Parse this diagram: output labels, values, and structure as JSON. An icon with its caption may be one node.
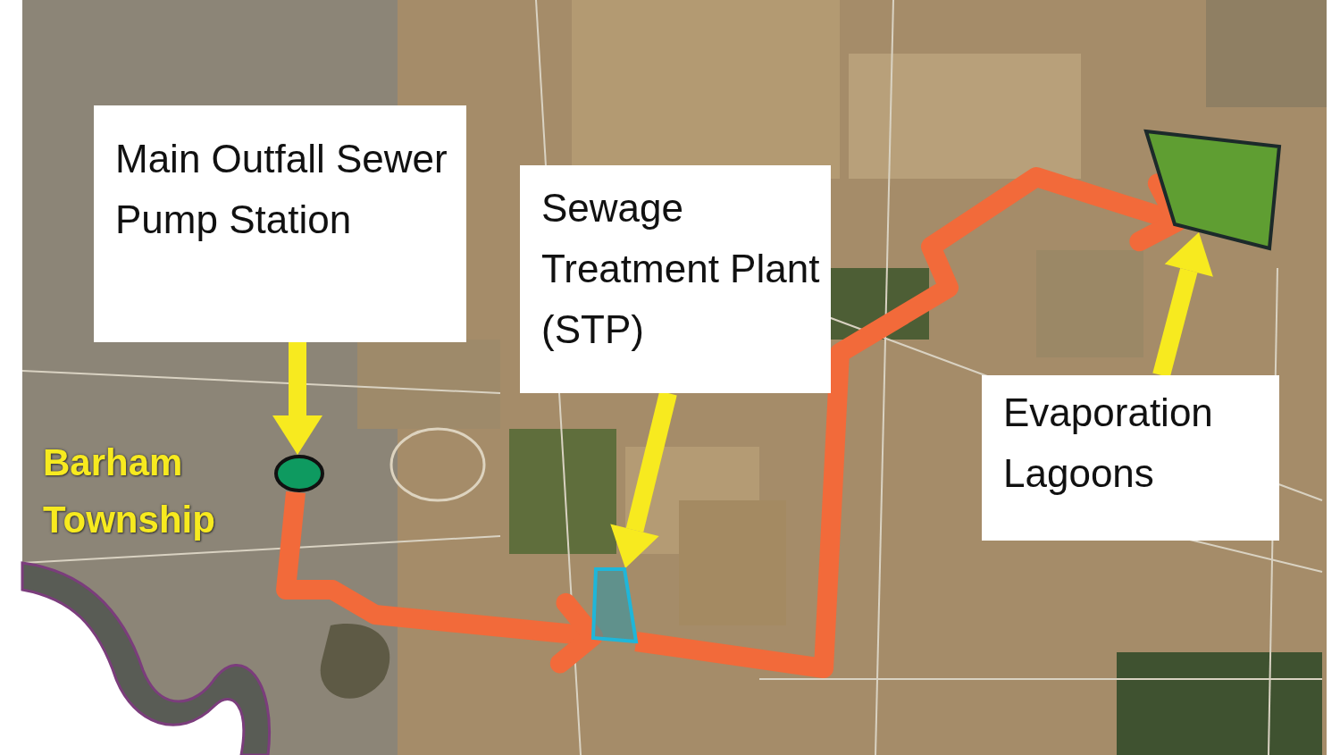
{
  "diagram": {
    "nodes": [
      {
        "text": [
          "Main Outfall Sewer Pump Station"
        ]
      },
      {
        "text": [],
        "shape": "circle"
      },
      {
        "text": [
          "Sewage Treatment Plant (STP)"
        ]
      },
      {
        "text": [],
        "shape": "box"
      },
      {
        "text": [
          "Evaporation Lagoons"
        ]
      },
      {
        "text": [],
        "shape": "box"
      }
    ],
    "edges": [
      {
        "from": 0,
        "to": 1,
        "arrow": "to"
      },
      {
        "from": 2,
        "to": 3,
        "arrow": "to"
      },
      {
        "from": 4,
        "to": 5,
        "arrow": "to"
      },
      {
        "from": 1,
        "to": 3,
        "arrow": "to",
        "color": "#f26a3a"
      },
      {
        "from": 3,
        "to": 5,
        "arrow": "to",
        "color": "#f26a3a"
      }
    ],
    "labels": [
      "Barham Township"
    ]
  }
}
